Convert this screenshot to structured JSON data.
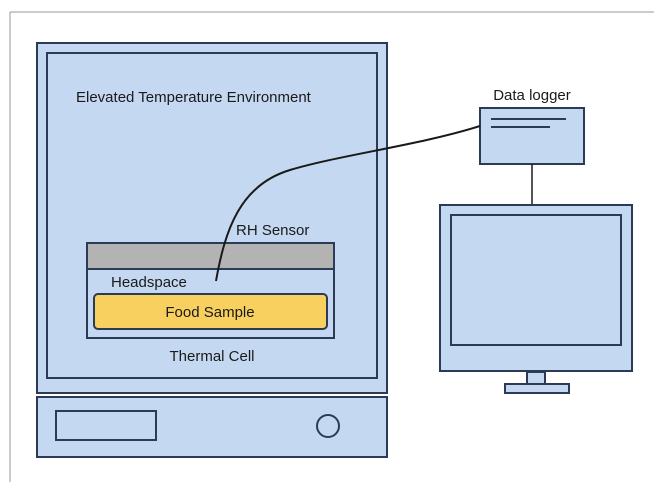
{
  "labels": {
    "environment": "Elevated Temperature Environment",
    "rh_sensor": "RH Sensor",
    "headspace": "Headspace",
    "food_sample": "Food Sample",
    "thermal_cell": "Thermal Cell",
    "data_logger": "Data logger"
  },
  "colors": {
    "outline": "#2b3a55",
    "chamber_fill": "#c5d8f2",
    "lid": "#b3b3b3",
    "food": "#f7d060",
    "screen_bezel": "#c5d8f2",
    "screen": "#c5d8f2",
    "wire": "#1a1a1a",
    "frame_line": "#9a9a9a"
  }
}
